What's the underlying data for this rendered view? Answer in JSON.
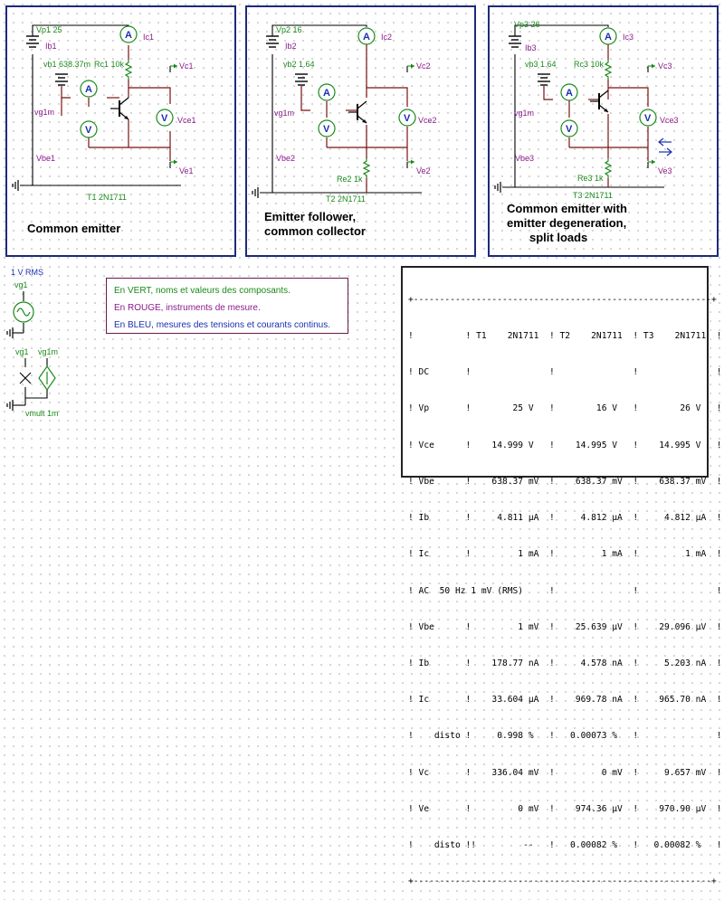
{
  "circuits": [
    {
      "vp": "Vp1 25",
      "ib": "Ib1",
      "vb": "vb1 638.37m",
      "rc": "Rc1 10k",
      "ic": "Ic1",
      "vc": "Vc1",
      "vce": "Vce1",
      "vg": "vg1m",
      "vbe": "Vbe1",
      "ve": "Ve1",
      "re": "",
      "transistor": "T1 2N1711",
      "caption": [
        "Common emitter"
      ]
    },
    {
      "vp": "Vp2 16",
      "ib": "Ib2",
      "vb": "vb2 1.64",
      "rc": "",
      "ic": "Ic2",
      "vc": "Vc2",
      "vce": "Vce2",
      "vg": "vg1m",
      "vbe": "Vbe2",
      "ve": "Ve2",
      "re": "Re2 1k",
      "transistor": "T2 2N1711",
      "caption": [
        "Emitter follower,",
        "common collector"
      ]
    },
    {
      "vp": "Vp3 26",
      "ib": "Ib3",
      "vb": "vb3 1.64",
      "rc": "Rc3 10k",
      "ic": "Ic3",
      "vc": "Vc3",
      "vce": "Vce3",
      "vg": "vg1m",
      "vbe": "Vbe3",
      "ve": "Ve3",
      "re": "Re3 1k",
      "transistor": "T3 2N1711",
      "caption": [
        "Common emitter with",
        "emitter degeneration,",
        "split loads"
      ]
    }
  ],
  "meters": {
    "ammeter": "A",
    "voltmeter": "V"
  },
  "source": {
    "rms": "1 V RMS",
    "vg1": "vg1",
    "vg1_b": "vg1",
    "vg1m": "vg1m",
    "vmult": "vmult 1m"
  },
  "legend": [
    {
      "text": "En VERT, noms et valeurs des composants.",
      "color": "#1a8a1a"
    },
    {
      "text": "En ROUGE,  instruments de mesure.",
      "color": "#8a1a8a"
    },
    {
      "text": "En BLEU, mesures des tensions et courants continus.",
      "color": "#1a30b0"
    }
  ],
  "table_lines": [
    "+---------------------------------------------------------+",
    "!          ! T1    2N1711  ! T2    2N1711  ! T3    2N1711  !",
    "! DC       !               !               !               !",
    "! Vp       !        25 V   !        16 V   !        26 V   !",
    "! Vce      !    14.999 V   !    14.995 V   !    14.995 V   !",
    "! Vbe      !    638.37 mV  !    638.37 mV  !    638.37 mV  !",
    "! Ib       !     4.811 µA  !     4.812 µA  !     4.812 µA  !",
    "! Ic       !         1 mA  !         1 mA  !         1 mA  !",
    "! AC  50 Hz 1 mV (RMS)     !               !               !",
    "! Vbe      !         1 mV  !    25.639 µV  !    29.096 µV  !",
    "! Ib       !    178.77 nA  !     4.578 nA  !     5.203 nA  !",
    "! Ic       !    33.604 µA  !    969.78 nA  !    965.70 nA  !",
    "!    disto !     0.998 %   !   0.00073 %   !               !",
    "! Vc       !    336.04 mV  !         0 mV  !     9.657 mV  !",
    "! Ve       !         0 mV  !    974.36 µV  !    970.90 µV  !",
    "!    disto !!         --   !   0.00082 %   !   0.00082 %   !",
    "+---------------------------------------------------------+"
  ]
}
